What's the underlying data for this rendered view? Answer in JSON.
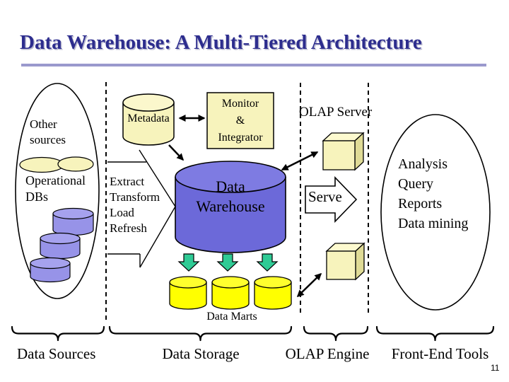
{
  "slide": {
    "title": "Data Warehouse: A Multi-Tiered Architecture",
    "page_number": "11"
  },
  "colors": {
    "title_text": "#2D2D8E",
    "title_rule": "#9A99CD",
    "pale_yellow": "#F7F3BC",
    "operational_db_purple": "#9793E8",
    "warehouse_blue": "#6C69D9",
    "data_mart_yellow": "#FFFF00",
    "flow_arrow_green": "#2FCB95"
  },
  "diagram": {
    "other_sources": [
      "Other",
      "sources"
    ],
    "operational_dbs": [
      "Operational",
      "DBs"
    ],
    "metadata": "Metadata",
    "monitor_integrator": [
      "Monitor",
      "&",
      "Integrator"
    ],
    "olap_server": "OLAP Server",
    "etl": [
      "Extract",
      "Transform",
      "Load",
      "Refresh"
    ],
    "data_warehouse": [
      "Data",
      "Warehouse"
    ],
    "serve": "Serve",
    "front_end_list": [
      "Analysis",
      "Query",
      "Reports",
      "Data mining"
    ],
    "data_marts": "Data Marts"
  },
  "tiers": {
    "data_sources": "Data Sources",
    "data_storage": "Data Storage",
    "olap_engine": "OLAP Engine",
    "front_end_tools": "Front-End Tools"
  }
}
